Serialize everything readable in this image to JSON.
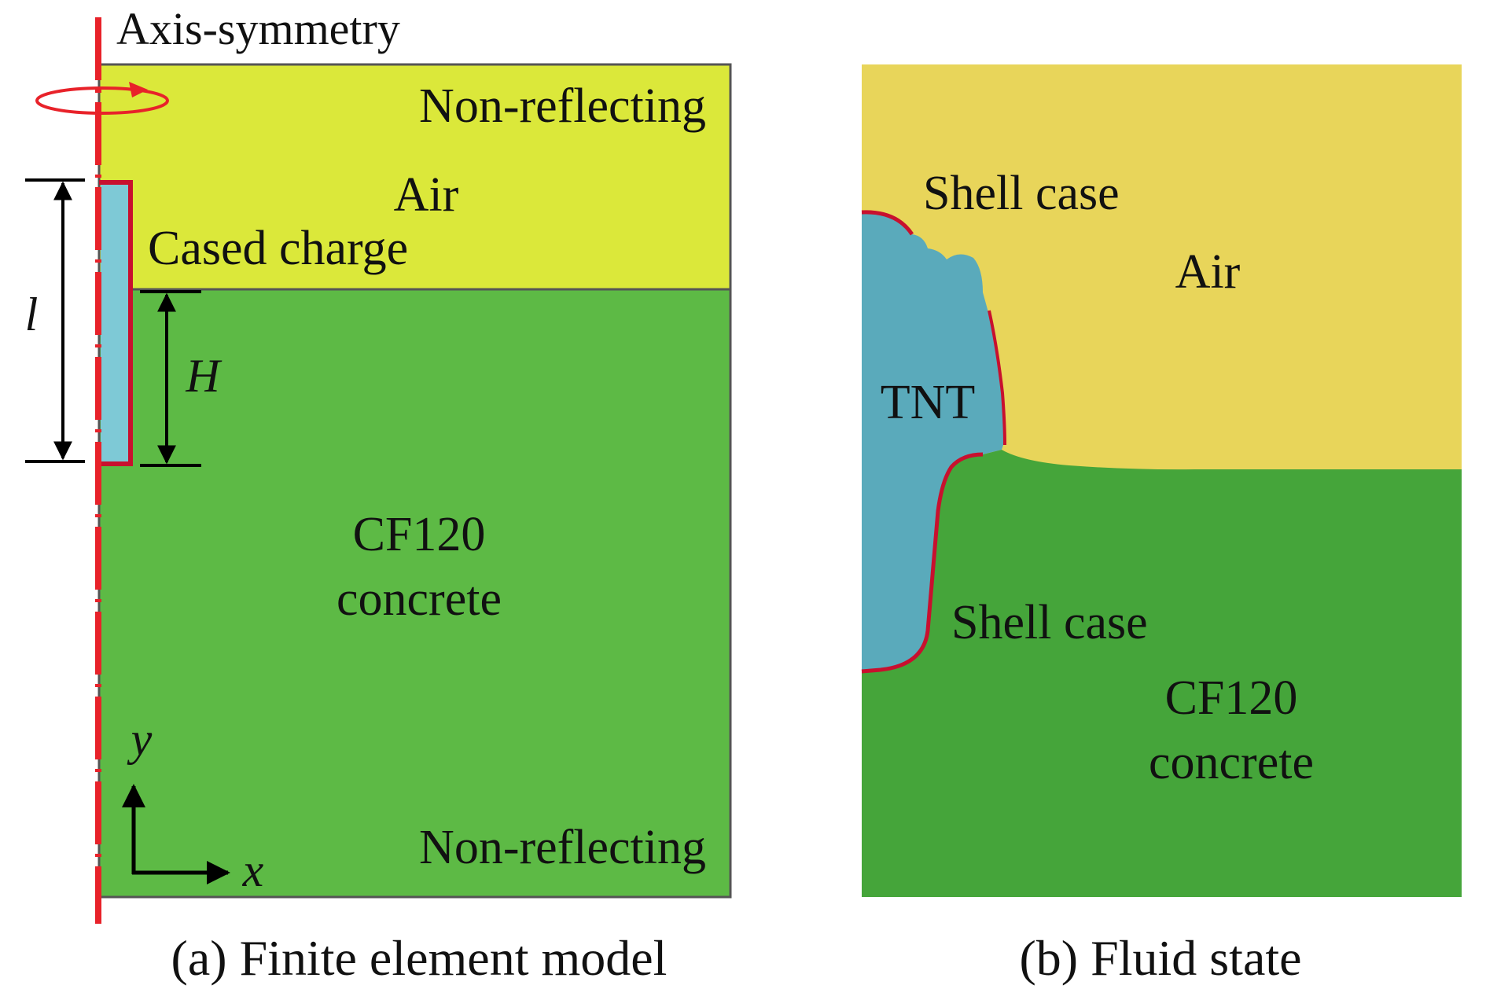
{
  "panel_a": {
    "axis_label": "Axis-symmetry",
    "top_boundary": "Non-reflecting",
    "air": "Air",
    "cased_charge": "Cased charge",
    "dim_l": "l",
    "dim_H": "H",
    "concrete_line1": "CF120",
    "concrete_line2": "concrete",
    "bottom_boundary": "Non-reflecting",
    "coord_y": "y",
    "coord_x": "x",
    "caption": "(a) Finite element model"
  },
  "panel_b": {
    "shell_case_top": "Shell case",
    "air": "Air",
    "tnt": "TNT",
    "shell_case_bottom": "Shell case",
    "concrete_line1": "CF120",
    "concrete_line2": "concrete",
    "caption": "(b) Fluid state"
  },
  "colors": {
    "air_a": "#dbe83a",
    "concrete_a": "#5dba45",
    "charge": "#7ec9d6",
    "case_line": "#c8102e",
    "axis_line": "#e8222a",
    "air_b": "#e8d55a",
    "concrete_b": "#45a53a",
    "tnt_b": "#5aaabb"
  }
}
